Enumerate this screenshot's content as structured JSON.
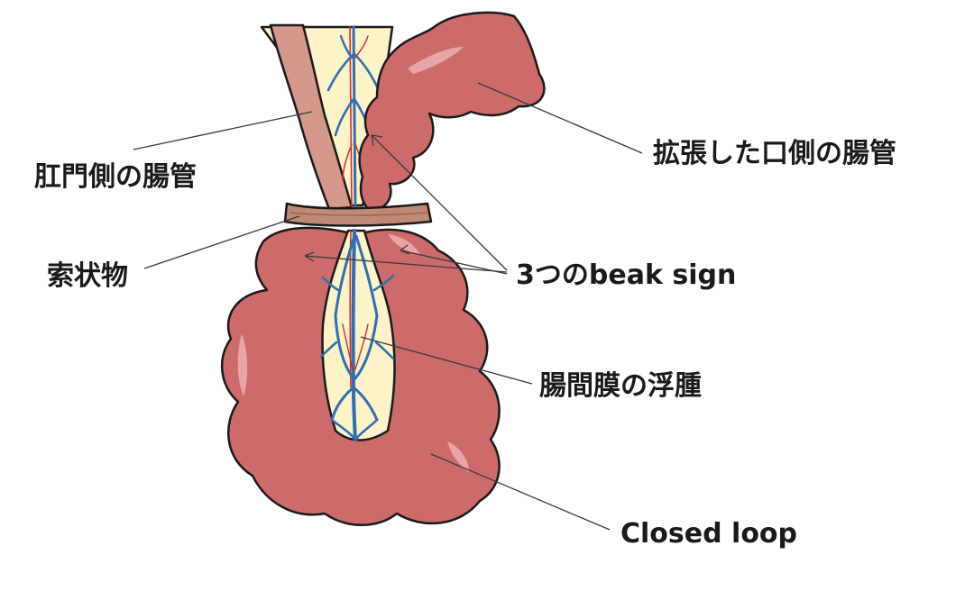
{
  "labels": {
    "anal_side_bowel": "肛門側の腸管",
    "dilated_oral_bowel": "拡張した口側の腸管",
    "band": "索状物",
    "beak_sign": "3つのbeak sign",
    "mesentery_edema": "腸間膜の浮腫",
    "closed_loop": "Closed loop"
  },
  "colors": {
    "bowel": "#cd6b6b",
    "bowel_outline": "#1a1a1a",
    "anal_bowel": "#d4998a",
    "mesentery": "#fdf3c6",
    "band": "#bf8a74",
    "vein": "#2f6fb5",
    "artery": "#d92b2b",
    "highlight": "#e8a5a5"
  }
}
